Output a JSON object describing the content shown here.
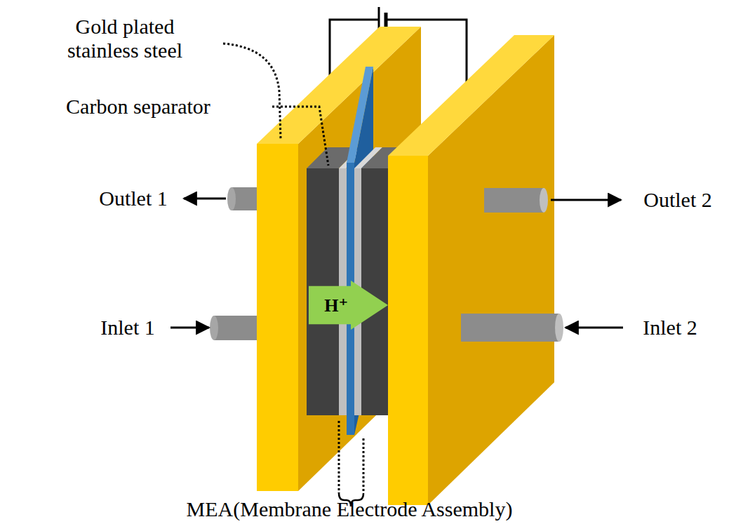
{
  "diagram": {
    "nodes": [
      {
        "text": [
          "H⁺"
        ]
      }
    ],
    "labels": [
      "Gold plated stainless steel",
      "Carbon separator",
      "Outlet 1",
      "Inlet 1",
      "Outlet 2",
      "Inlet 2",
      "MEA(Membrane Electrode Assembly)"
    ]
  }
}
